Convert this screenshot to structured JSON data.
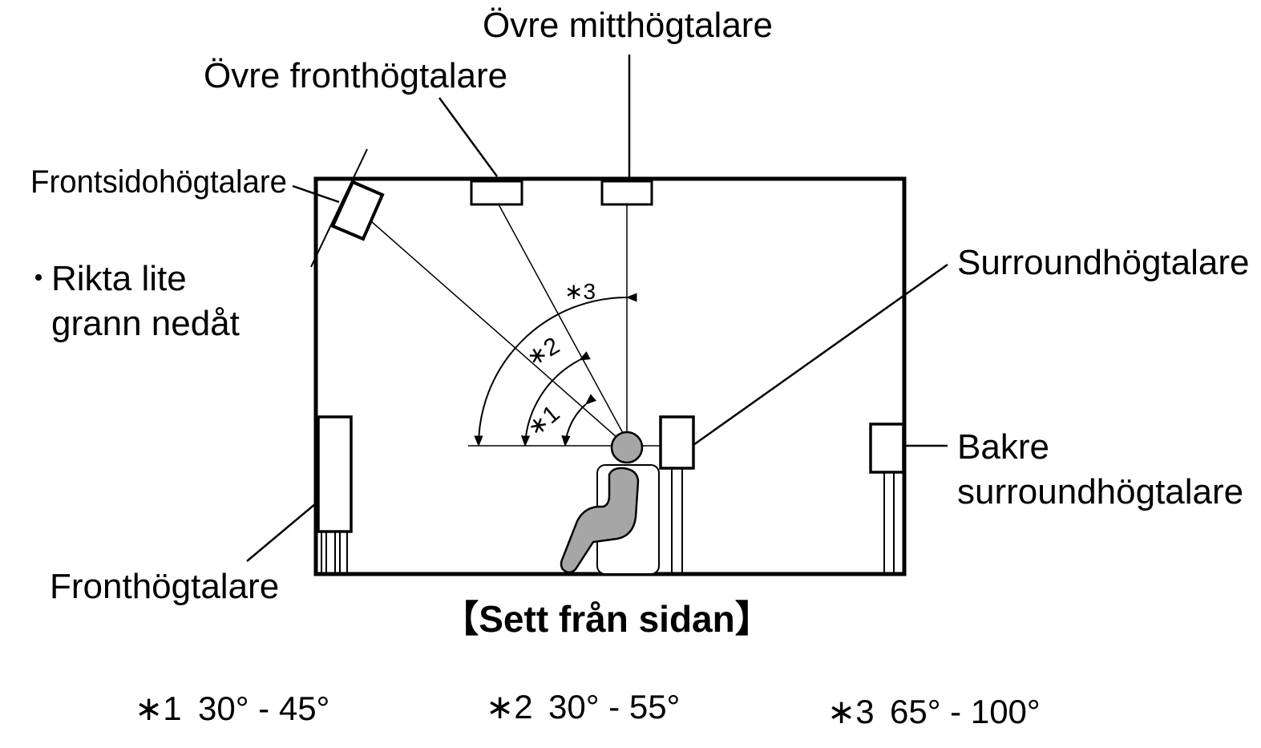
{
  "labels": {
    "top_middle": "Övre mitthögtalare",
    "top_front": "Övre fronthögtalare",
    "front_wide": "Frontsidohögtalare",
    "note_line1": "Rikta lite",
    "note_line2": "grann nedåt",
    "surround": "Surroundhögtalare",
    "surround_back_line1": "Bakre",
    "surround_back_line2": "surroundhögtalare",
    "front": "Fronthögtalare",
    "view_title": "【Sett från sidan】"
  },
  "angle_marks": {
    "a1": "∗1",
    "a2": "∗2",
    "a3": "∗3"
  },
  "footnotes": [
    {
      "mark": "∗1",
      "range": "30° - 45°"
    },
    {
      "mark": "∗2",
      "range": "30° - 55°"
    },
    {
      "mark": "∗3",
      "range": "65° - 100°"
    }
  ],
  "colors": {
    "person": "#a6a6a6",
    "line": "#000000"
  }
}
